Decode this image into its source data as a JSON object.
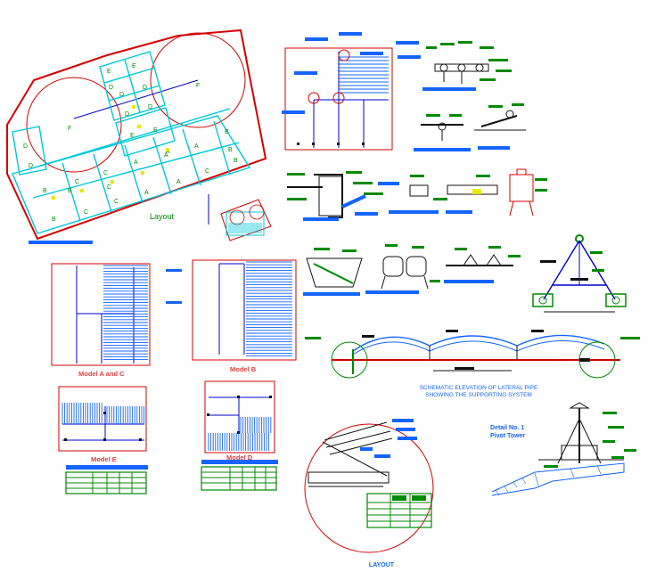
{
  "labels": {
    "layout_top": "Layout",
    "model_a_c": "Model A and C",
    "model_b": "Model B",
    "model_e": "Model E",
    "model_d": "Model D",
    "schematic_line1": "SCHEMATIC ELEVATION OF LATERAL PIPE",
    "schematic_line2": "SHOWING THE SUPPORTING SYSTEM",
    "detail_line1": "Detail No. 1",
    "detail_line2": "Pivot Tower",
    "layout_bottom": "LAYOUT"
  },
  "plot_letters": {
    "circle_fields": [
      "F",
      "F"
    ],
    "upper_rows": [
      "E",
      "E",
      "D",
      "D",
      "D",
      "D",
      "E",
      "E",
      "D"
    ],
    "left_column": [
      "D",
      "D",
      "B",
      "B"
    ],
    "lower_rows": [
      "C",
      "C",
      "A",
      "A",
      "A",
      "C",
      "B",
      "B",
      "B",
      "C",
      "C",
      "A",
      "A",
      "A",
      "C",
      "B"
    ]
  },
  "colors": {
    "boundary": "#d40000",
    "grid": "#00c8d8",
    "blue_line": "#0000cc",
    "label_bar": "#1464ff",
    "green_text": "#008a00",
    "red_title": "#e04040",
    "yellow_mark": "#e8e800"
  }
}
